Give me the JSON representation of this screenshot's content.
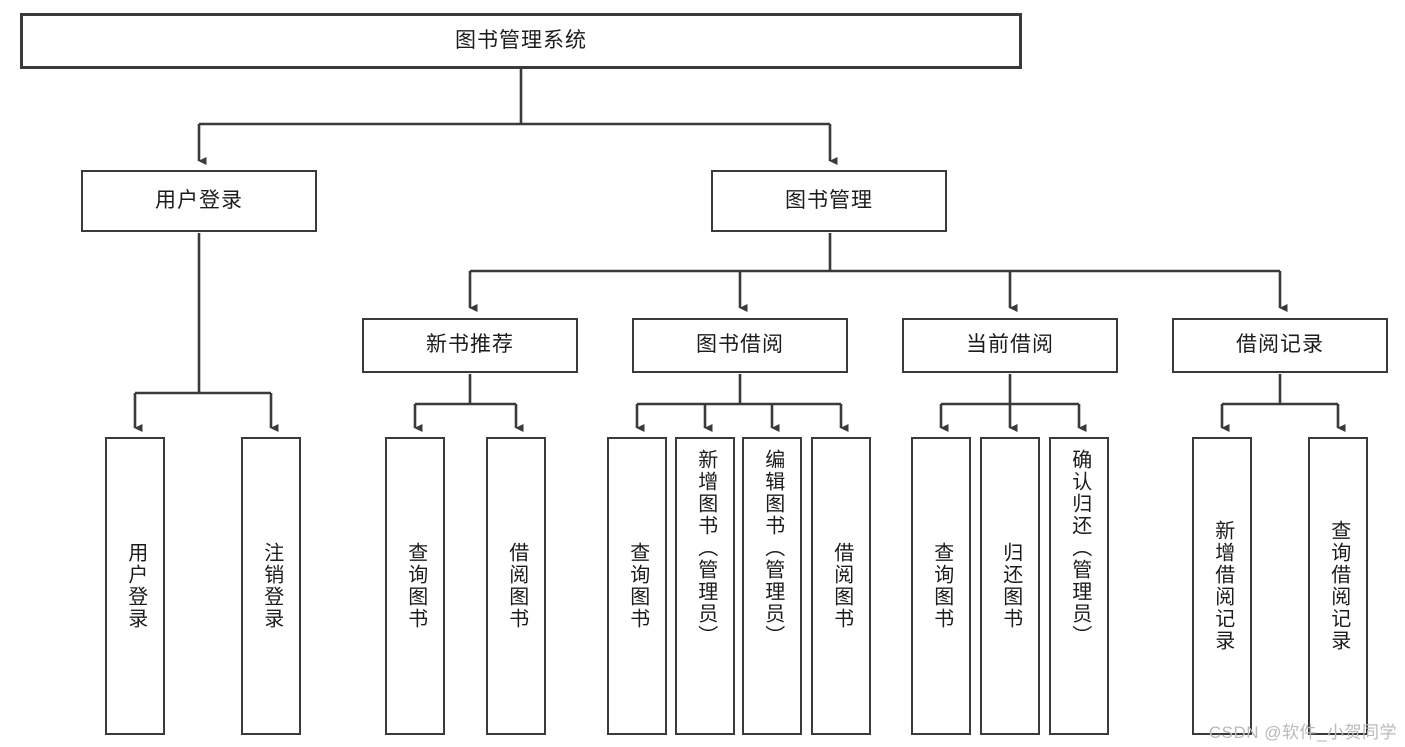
{
  "diagram": {
    "title": "图书管理系统",
    "type": "tree",
    "watermark": "CSDN @软件_小贺同学",
    "colors": {
      "box_border": "#3a3a3a",
      "box_fill": "#ffffff",
      "line": "#3a3a3a",
      "text": "#1c1c1c",
      "watermark": "#b9b9b9",
      "background": "#ffffff"
    },
    "root": {
      "label": "图书管理系统"
    },
    "level2": [
      {
        "label": "用户登录"
      },
      {
        "label": "图书管理"
      }
    ],
    "level3": [
      {
        "label": "新书推荐"
      },
      {
        "label": "图书借阅"
      },
      {
        "label": "当前借阅"
      },
      {
        "label": "借阅记录"
      }
    ],
    "leaves": {
      "user_login": [
        {
          "label": "用户登录"
        },
        {
          "label": "注销登录"
        }
      ],
      "new_book": [
        {
          "label": "查询图书"
        },
        {
          "label": "借阅图书"
        }
      ],
      "borrow_book": [
        {
          "label": "查询图书"
        },
        {
          "label": "新增图书（管理员）"
        },
        {
          "label": "编辑图书（管理员）"
        },
        {
          "label": "借阅图书"
        }
      ],
      "current_borrow": [
        {
          "label": "查询图书"
        },
        {
          "label": "归还图书"
        },
        {
          "label": "确认归还（管理员）"
        }
      ],
      "borrow_record": [
        {
          "label": "新增借阅记录"
        },
        {
          "label": "查询借阅记录"
        }
      ]
    }
  }
}
